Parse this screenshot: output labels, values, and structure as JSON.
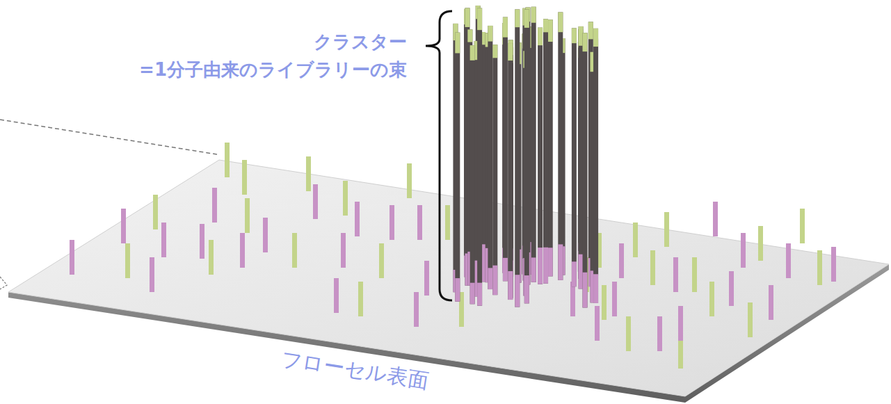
{
  "diagram": {
    "labels": [
      "クラスター",
      "=1分子由来のライブラリーの束",
      "フローセル表面"
    ]
  }
}
